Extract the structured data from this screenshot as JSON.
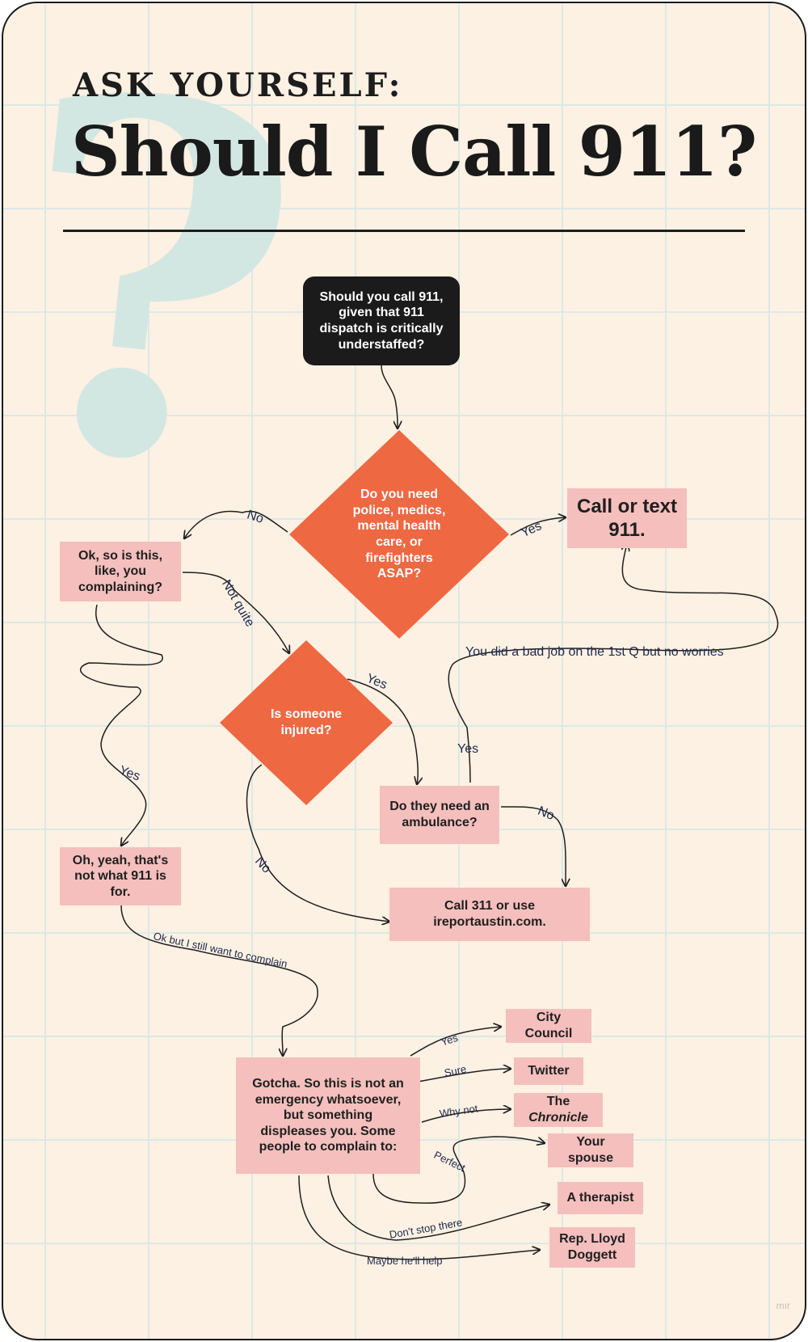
{
  "header": {
    "kicker": "ASK YOURSELF:",
    "title": "Should I Call 911?"
  },
  "background": {
    "glyph": "?"
  },
  "nodes": {
    "start": "Should you call 911,\ngiven that 911\ndispatch is critically\nunderstaffed?",
    "need_help": "Do you need\npolice, medics,\nmental health\ncare, or\nfirefighters\nASAP?",
    "call_911": "Call or text\n911.",
    "complaining": "Ok, so is this,\nlike, you\ncomplaining?",
    "injured": "Is someone\ninjured?",
    "ambulance": "Do they need an\nambulance?",
    "not_for": "Oh, yeah, that's\nnot what 911 is\nfor.",
    "call_311": "Call 311 or use\nireportaustin.com.",
    "gotcha": "Gotcha. So this is not an\nemergency whatsoever,\nbut something\ndispleases you. Some\npeople to complain to:",
    "city_council": "City\nCouncil",
    "twitter": "Twitter",
    "chronicle_the": "The",
    "chronicle_name": "Chronicle",
    "spouse": "Your\nspouse",
    "therapist": "A therapist",
    "doggett": "Rep. Lloyd\nDoggett"
  },
  "edge_labels": {
    "no_1": "No",
    "yes_1": "Yes",
    "not_quite": "Not quite",
    "yes_injured": "Yes",
    "bad_job": "You did a bad job on the 1st Q but no worries",
    "yes_ambulance": "Yes",
    "no_ambulance": "No",
    "yes_complaining": "Yes",
    "no_injured": "No",
    "still_complain": "Ok but I still want to complain",
    "yes_council": "Yes",
    "sure": "Sure",
    "why_not": "Why not",
    "perfect": "Perfect",
    "dont_stop": "Don't stop there",
    "maybe": "Maybe he'll help"
  },
  "credit": "mır",
  "colors": {
    "background": "#fdf1e3",
    "grid": "#dbe9e6",
    "pink_box": "#f4bfbd",
    "orange_diamond": "#ee6842",
    "dark_box": "#1b1b1b",
    "question_mark": "#d3e7e2",
    "label_text": "#1e2a4f"
  }
}
